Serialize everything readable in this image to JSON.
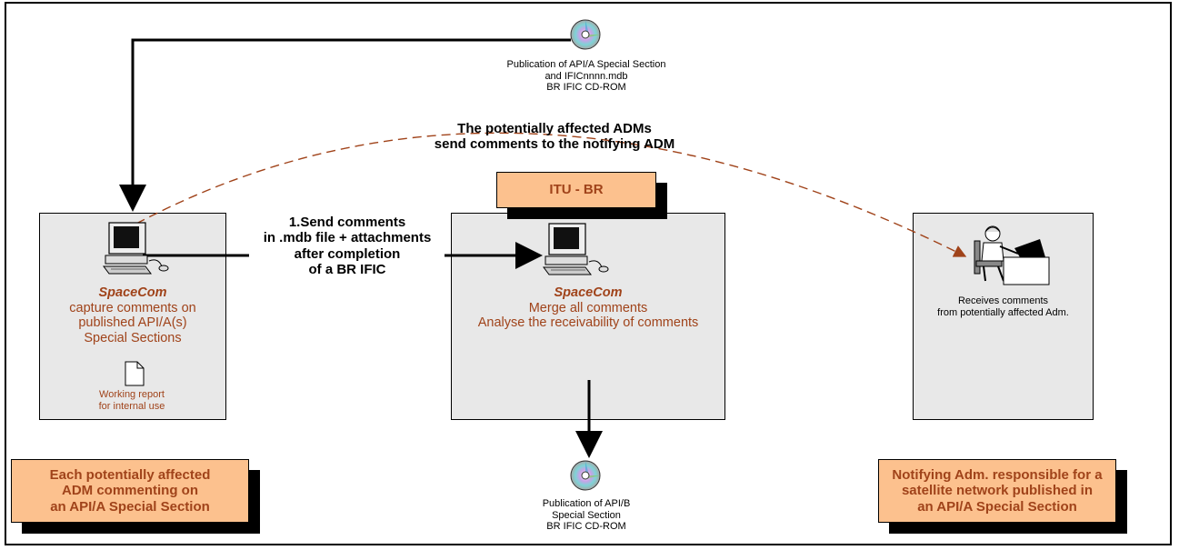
{
  "top_cd": {
    "lines": [
      "Publication of API/A Special Section",
      "and IFICnnnn.mdb",
      "BR IFIC CD-ROM"
    ]
  },
  "arc_label": {
    "lines": [
      "The potentially affected ADMs",
      "send comments to the notifying ADM"
    ]
  },
  "itu_br": {
    "label": "ITU - BR"
  },
  "send_label": {
    "lines": [
      "1.Send comments",
      "in .mdb file + attachments",
      "after completion",
      "of a BR IFIC"
    ]
  },
  "left_panel": {
    "title": "SpaceCom",
    "lines": [
      "capture comments on",
      "published API/A(s)",
      "Special Sections"
    ],
    "doc_lines": [
      "Working report",
      "for internal use"
    ]
  },
  "center_panel": {
    "title": "SpaceCom",
    "lines": [
      "Merge all comments",
      "Analyse the receivability of comments"
    ]
  },
  "right_panel": {
    "lines": [
      "Receives comments",
      "from potentially affected Adm."
    ]
  },
  "bottom_cd": {
    "lines": [
      "Publication of API/B",
      "Special Section",
      "BR IFIC CD-ROM"
    ]
  },
  "left_box": {
    "lines": [
      "Each potentially affected",
      "ADM commenting on",
      "an API/A Special Section"
    ]
  },
  "right_box": {
    "lines": [
      "Notifying Adm. responsible for a",
      "satellite network published in",
      "an API/A Special Section"
    ]
  },
  "colors": {
    "brown_text": "#a0431a",
    "orange_fill": "#fcc18e",
    "panel_fill": "#e8e8e8",
    "dashed_arc": "#a0431a"
  }
}
